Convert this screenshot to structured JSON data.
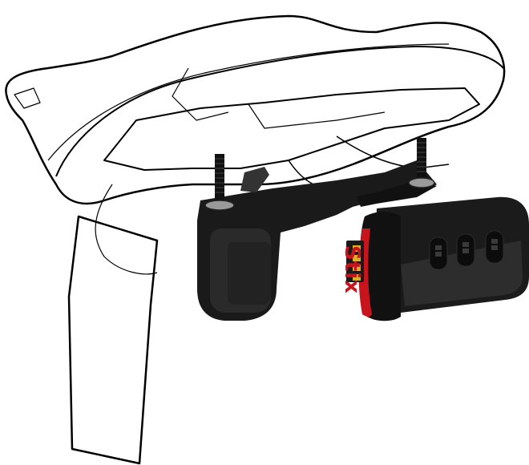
{
  "illustration": {
    "subject": "Saddle-mounted rear bike light",
    "product": {
      "brand_text": "Stix",
      "body_color": "#141414",
      "accent_color": "#c8141c",
      "contact_color": "#d9b021"
    },
    "parts": [
      {
        "name": "saddle",
        "style": "line-drawing"
      },
      {
        "name": "seatpost",
        "style": "line-drawing"
      },
      {
        "name": "saddle-rail-mount",
        "color": "#1a1a1a"
      },
      {
        "name": "mount-bolts",
        "count": 2
      },
      {
        "name": "rear-light",
        "led_windows": 3
      }
    ]
  }
}
